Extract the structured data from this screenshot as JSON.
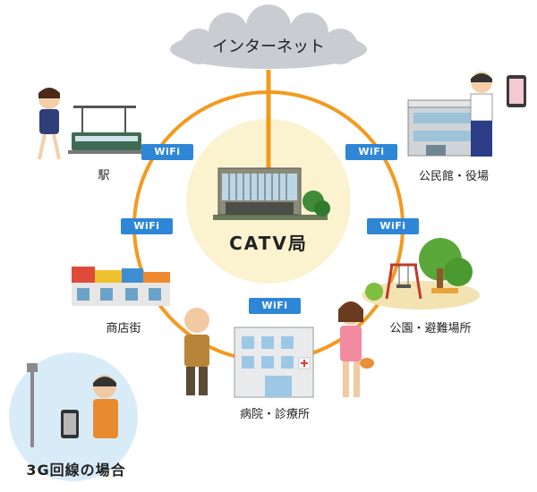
{
  "internet_label": "インターネット",
  "center_label": "CATV局",
  "wifi_label": "WiFi",
  "places": {
    "station": "駅",
    "community_hall": "公民館・役場",
    "shopping_street": "商店街",
    "park_shelter": "公園・避難場所",
    "hospital": "病院・診療所"
  },
  "three_g_label": "3G回線の場合",
  "colors": {
    "ring": "#f39a1e",
    "center_fill": "#fbf2cf",
    "cloud": "#c9cdd2",
    "wifi_badge": "#2e86d6",
    "threeg_bg": "#d8ecf8"
  }
}
